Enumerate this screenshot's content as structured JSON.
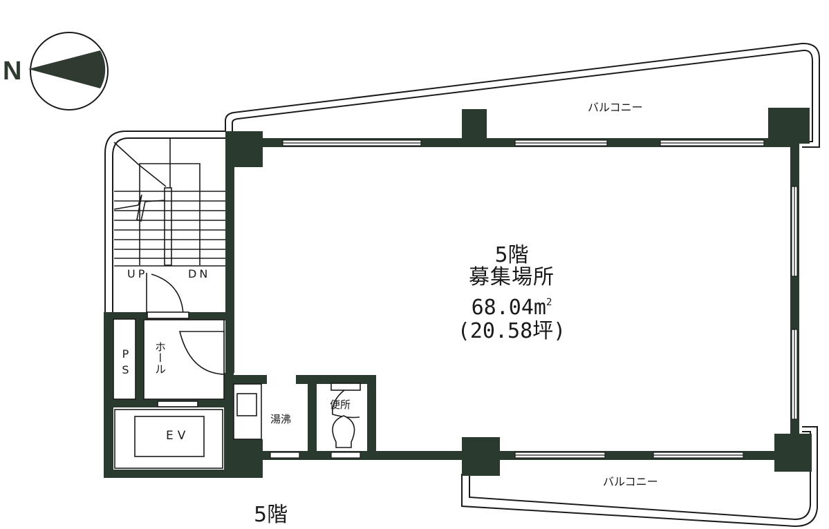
{
  "compass": {
    "letter": "N",
    "icon": "north-arrow-icon"
  },
  "floor_title": "5階",
  "main_room": {
    "floor": "5階",
    "name": "募集場所",
    "area_m2": "68.04m",
    "area_unit_sup": "2",
    "area_tsubo": "(20.58坪)"
  },
  "balconies": {
    "top": "バルコニー",
    "bottom": "バルコニー"
  },
  "stairs": {
    "up": "UP",
    "down": "DN"
  },
  "rooms": {
    "ps": "PS",
    "hall": "ホール",
    "ev": "EV",
    "kitchenette": "湯沸",
    "toilet": "便所"
  },
  "colors": {
    "wall": "#2b3a2e",
    "line": "#1a1a1a",
    "background": "#ffffff"
  }
}
